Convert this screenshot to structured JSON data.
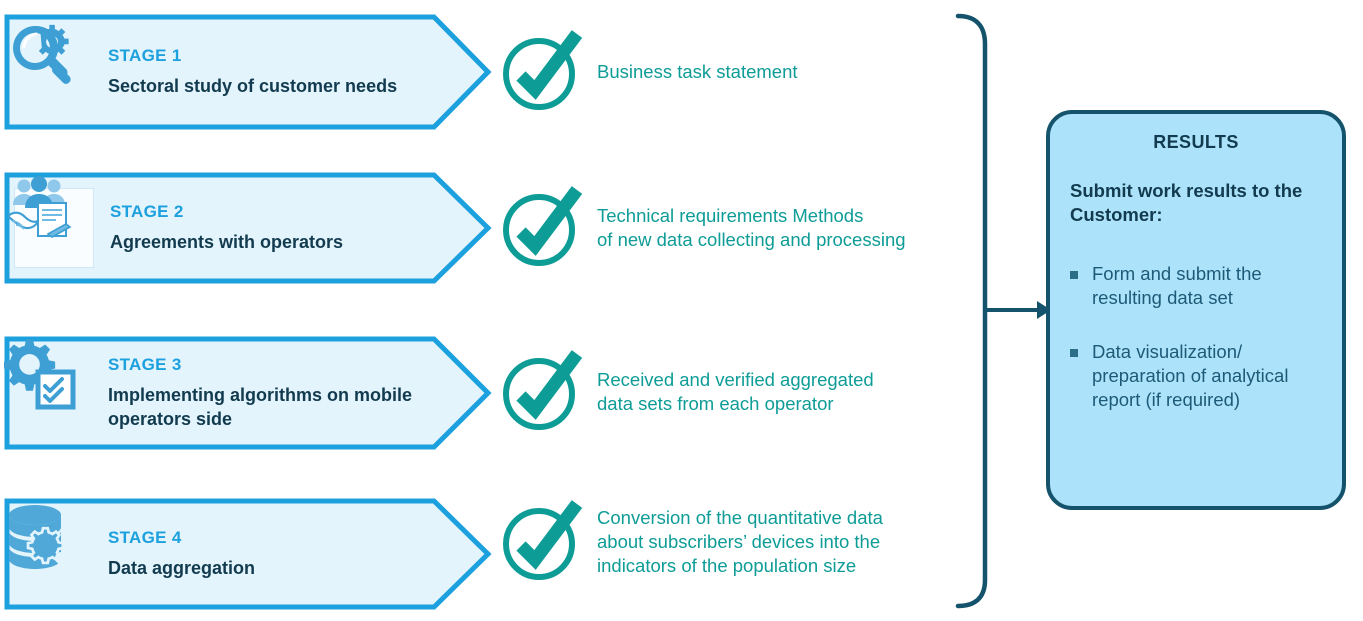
{
  "stages": [
    {
      "label": "STAGE 1",
      "title": "Sectoral study of customer needs",
      "icon": "magnifier-gear-icon",
      "outcome": "Business task statement",
      "check": "check-circle-icon"
    },
    {
      "label": "STAGE 2",
      "title": "Agreements with operators",
      "icon": "handshake-team-document-icon",
      "outcome": "Technical requirements Methods\nof new data collecting and processing",
      "check": "check-circle-icon"
    },
    {
      "label": "STAGE 3",
      "title": "Implementing algorithms on\nmobile operators side",
      "icon": "gear-checklist-icon",
      "outcome": "Received and verified aggregated\ndata sets from each operator",
      "check": "check-circle-icon"
    },
    {
      "label": "STAGE 4",
      "title": "Data aggregation",
      "icon": "database-gear-icon",
      "outcome": "Conversion of the quantitative data\nabout subscribers’ devices into the\nindicators of the population size",
      "check": "check-circle-icon"
    }
  ],
  "results": {
    "title": "RESULTS",
    "subtitle": "Submit work results to the\nCustomer:",
    "bullets": [
      "Form and submit the\nresulting data set",
      "Data visualization/\npreparation of analytical\nreport (if required)"
    ]
  },
  "connectors": {
    "brace": "right-brace-bracket",
    "arrow": "right-arrow-icon"
  },
  "colors": {
    "stage_fill": "#E3F4FC",
    "stage_border": "#1CA0DE",
    "stage_label": "#1CA0DE",
    "stage_title": "#123B4F",
    "check_teal": "#0E9C96",
    "outcome_text": "#0E9C96",
    "results_fill": "#ADE3FA",
    "results_border": "#14536B",
    "results_text": "#123B4F",
    "bullet_text": "#1D5A77",
    "icon_blue": "#4FA8D8"
  }
}
